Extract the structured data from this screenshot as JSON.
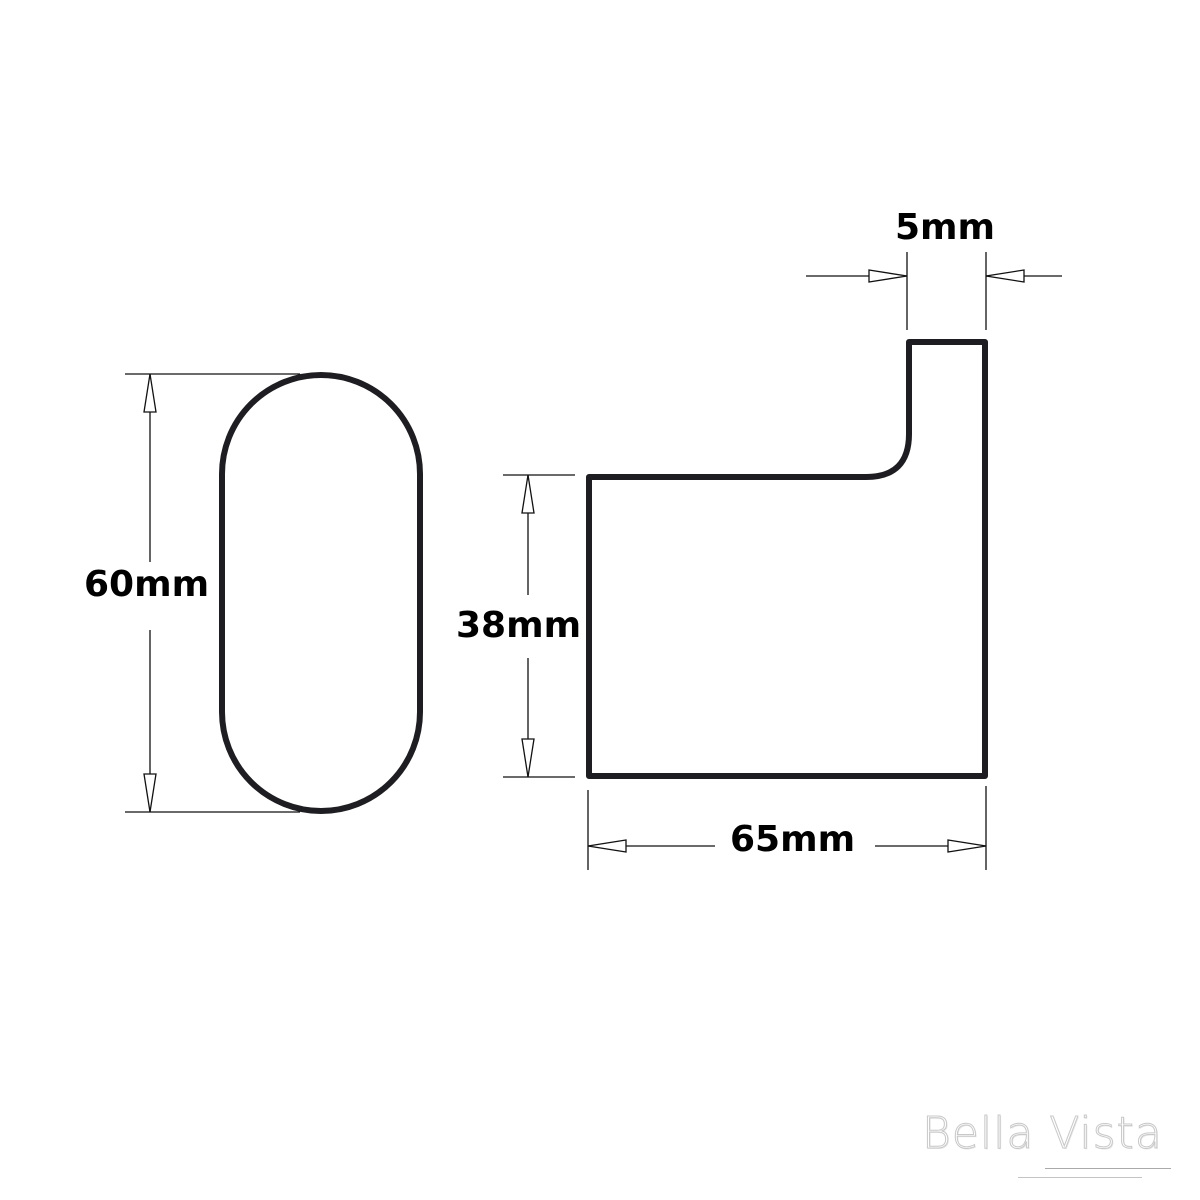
{
  "drawing": {
    "type": "technical-dimension-drawing",
    "subject": "robe hook",
    "views": [
      {
        "name": "front-view",
        "shape": "oval / stadium"
      },
      {
        "name": "side-view",
        "shape": "L-shaped hook profile"
      }
    ]
  },
  "dimensions": {
    "height": "60mm",
    "projection_height": "38mm",
    "depth": "65mm",
    "thickness": "5mm"
  },
  "colors": {
    "outline": "#1e1e22",
    "dimension_line": "#111111",
    "label": "#000000",
    "background": "#ffffff",
    "brand": "#c8c8c8"
  },
  "brand": {
    "name": "Bella Vista"
  }
}
